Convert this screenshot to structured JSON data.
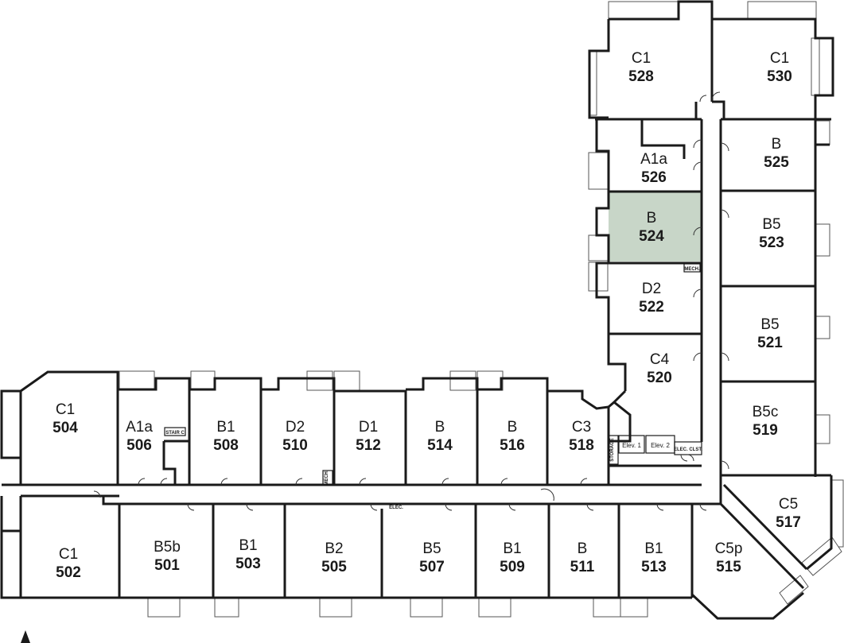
{
  "highlight_color": "#c8d6c8",
  "highlighted_unit": "524",
  "units": [
    {
      "type": "C1",
      "number": "528"
    },
    {
      "type": "C1",
      "number": "530"
    },
    {
      "type": "A1a",
      "number": "526"
    },
    {
      "type": "B",
      "number": "525"
    },
    {
      "type": "B",
      "number": "524"
    },
    {
      "type": "B5",
      "number": "523"
    },
    {
      "type": "D2",
      "number": "522"
    },
    {
      "type": "B5",
      "number": "521"
    },
    {
      "type": "C4",
      "number": "520"
    },
    {
      "type": "B5c",
      "number": "519"
    },
    {
      "type": "C1",
      "number": "504"
    },
    {
      "type": "A1a",
      "number": "506"
    },
    {
      "type": "B1",
      "number": "508"
    },
    {
      "type": "D2",
      "number": "510"
    },
    {
      "type": "D1",
      "number": "512"
    },
    {
      "type": "B",
      "number": "514"
    },
    {
      "type": "B",
      "number": "516"
    },
    {
      "type": "C3",
      "number": "518"
    },
    {
      "type": "C5",
      "number": "517"
    },
    {
      "type": "C1",
      "number": "502"
    },
    {
      "type": "B5b",
      "number": "501"
    },
    {
      "type": "B1",
      "number": "503"
    },
    {
      "type": "B2",
      "number": "505"
    },
    {
      "type": "B5",
      "number": "507"
    },
    {
      "type": "B1",
      "number": "509"
    },
    {
      "type": "B",
      "number": "511"
    },
    {
      "type": "B1",
      "number": "513"
    },
    {
      "type": "C5p",
      "number": "515"
    }
  ],
  "service_labels": {
    "stair": "STAIR C",
    "mech_top": "MECH.",
    "mech_bottom": "MECH.",
    "elec": "ELEC.",
    "storage": "STORAGE",
    "elev1": "Elev. 1",
    "elev2": "Elev. 2",
    "elec_clst": "ELEC. CLST."
  },
  "north_arrow_icon": "north-arrow-icon"
}
